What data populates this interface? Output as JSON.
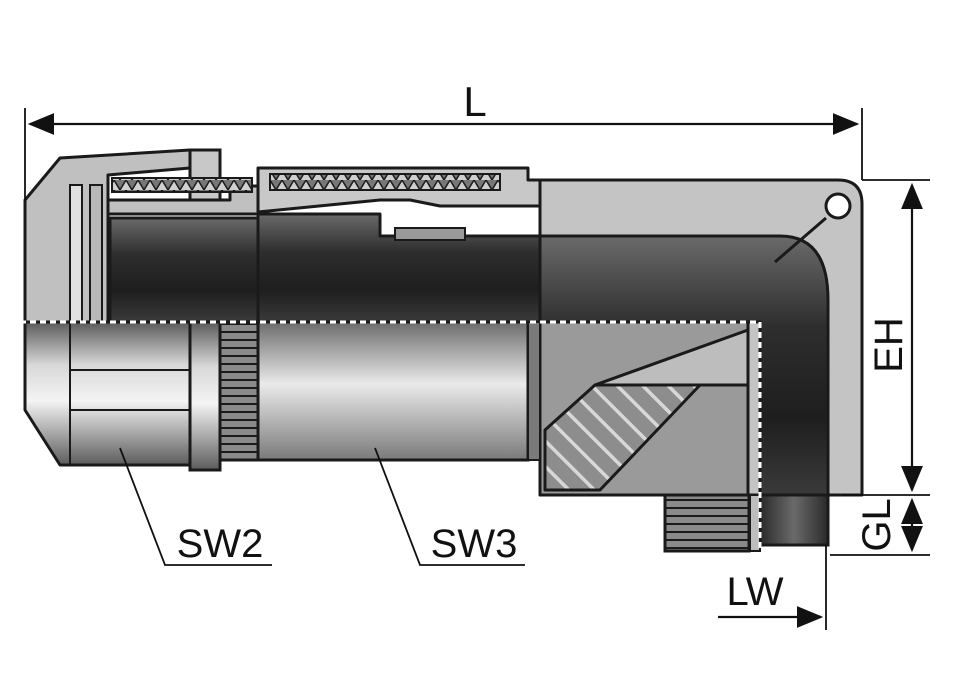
{
  "labels": {
    "overall_length": "L",
    "sw2": "SW2",
    "sw3": "SW3",
    "lw": "LW",
    "eh": "EH",
    "gl": "GL"
  },
  "colors": {
    "background": "#ffffff",
    "outline": "#1a1a1a",
    "body_light": "#c8c8c8",
    "body_mid": "#9e9e9e",
    "body_dark": "#2b2b2b",
    "text": "#111111"
  }
}
